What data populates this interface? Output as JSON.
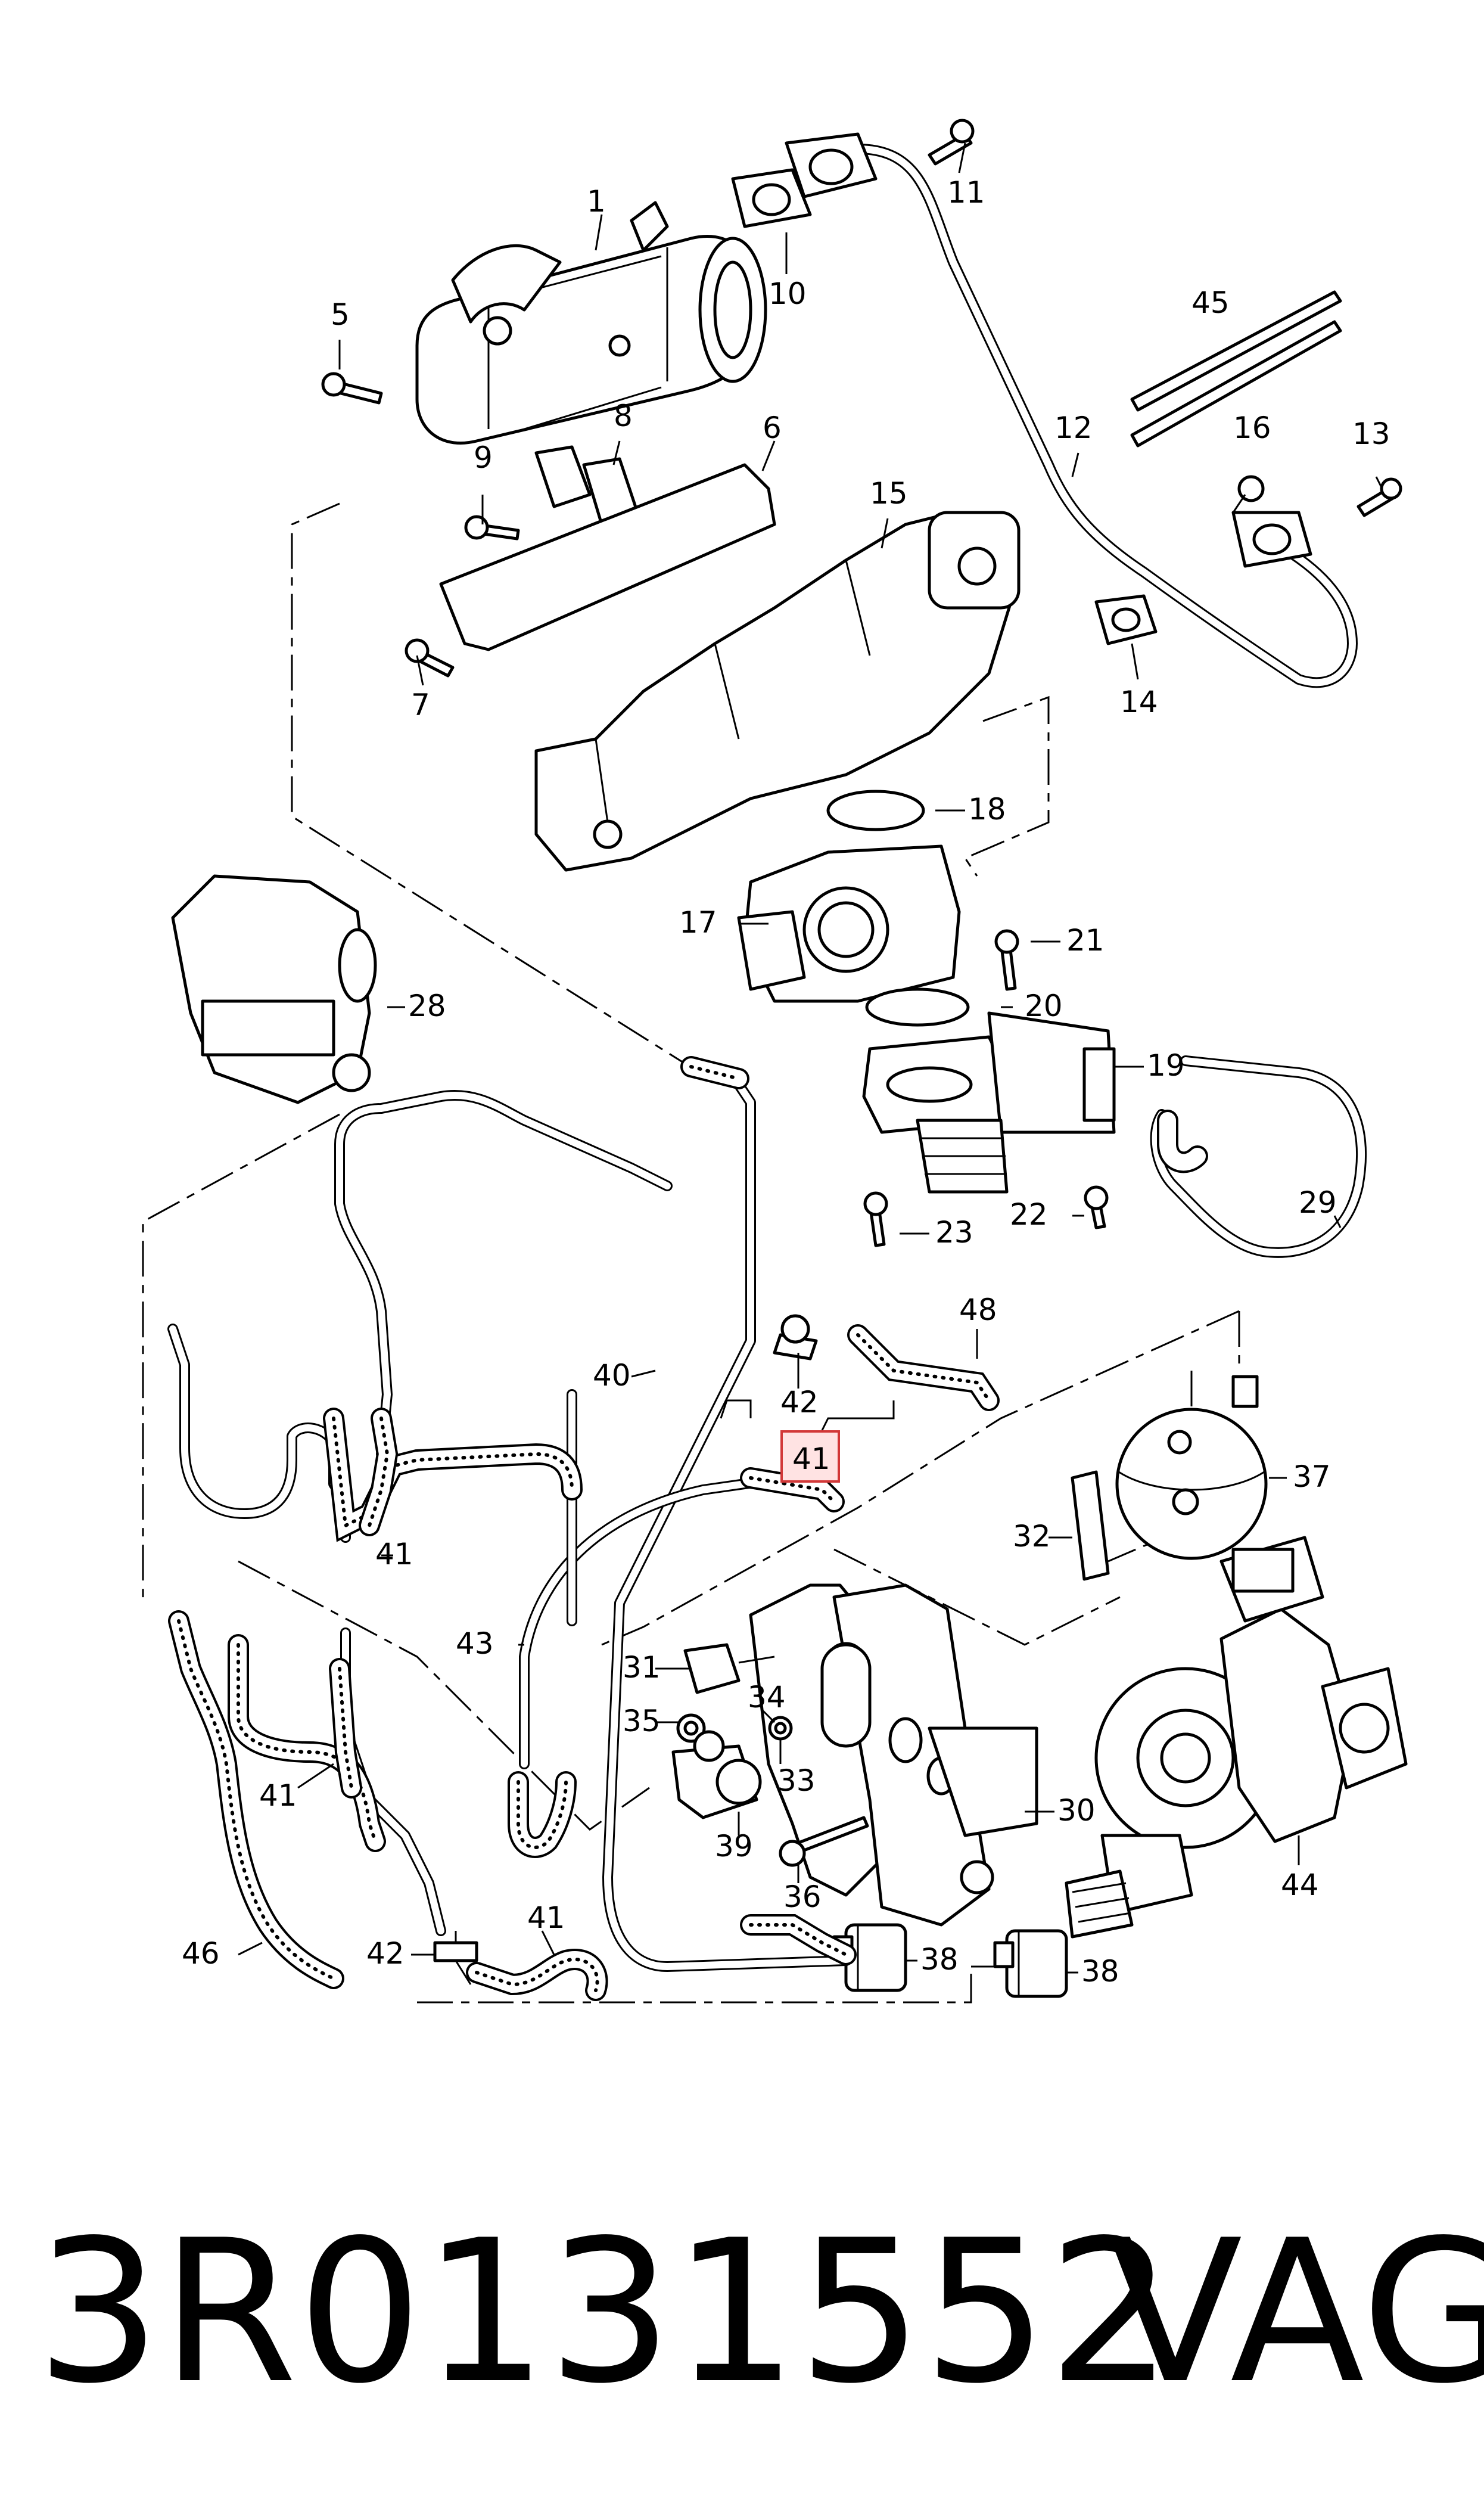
{
  "diagram": {
    "callouts": [
      {
        "id": "c1",
        "text": "1"
      },
      {
        "id": "c5",
        "text": "5"
      },
      {
        "id": "c8",
        "text": "8"
      },
      {
        "id": "c9",
        "text": "9"
      },
      {
        "id": "c6",
        "text": "6"
      },
      {
        "id": "c10",
        "text": "10"
      },
      {
        "id": "c11",
        "text": "11"
      },
      {
        "id": "c12",
        "text": "12"
      },
      {
        "id": "c45",
        "text": "45"
      },
      {
        "id": "c16",
        "text": "16"
      },
      {
        "id": "c13",
        "text": "13"
      },
      {
        "id": "c15",
        "text": "15"
      },
      {
        "id": "c7",
        "text": "7"
      },
      {
        "id": "c14",
        "text": "14"
      },
      {
        "id": "c18",
        "text": "18"
      },
      {
        "id": "c17",
        "text": "17"
      },
      {
        "id": "c21",
        "text": "21"
      },
      {
        "id": "c28",
        "text": "28"
      },
      {
        "id": "c20",
        "text": "20"
      },
      {
        "id": "c19",
        "text": "19"
      },
      {
        "id": "c29",
        "text": "29"
      },
      {
        "id": "c23",
        "text": "23"
      },
      {
        "id": "c22",
        "text": "22"
      },
      {
        "id": "c48",
        "text": "48"
      },
      {
        "id": "c40",
        "text": "40"
      },
      {
        "id": "c42a",
        "text": "42"
      },
      {
        "id": "c41top",
        "text": "41"
      },
      {
        "id": "c37",
        "text": "37"
      },
      {
        "id": "c32",
        "text": "32"
      },
      {
        "id": "c41b",
        "text": "41"
      },
      {
        "id": "c43",
        "text": "43"
      },
      {
        "id": "c31",
        "text": "31"
      },
      {
        "id": "c34",
        "text": "34"
      },
      {
        "id": "c35",
        "text": "35"
      },
      {
        "id": "c33",
        "text": "33"
      },
      {
        "id": "c41c",
        "text": "41"
      },
      {
        "id": "c30",
        "text": "30"
      },
      {
        "id": "c39",
        "text": "39"
      },
      {
        "id": "c44",
        "text": "44"
      },
      {
        "id": "c36",
        "text": "36"
      },
      {
        "id": "c46",
        "text": "46"
      },
      {
        "id": "c42b",
        "text": "42"
      },
      {
        "id": "c41d",
        "text": "41"
      },
      {
        "id": "c38a",
        "text": "38"
      },
      {
        "id": "c38b",
        "text": "38"
      }
    ],
    "highlighted_callout": "41"
  },
  "footer": {
    "part_number": "3R0131552",
    "brand": "VAG"
  },
  "colors": {
    "highlight_fill": "#ffe3e3",
    "highlight_stroke": "#d23838"
  }
}
